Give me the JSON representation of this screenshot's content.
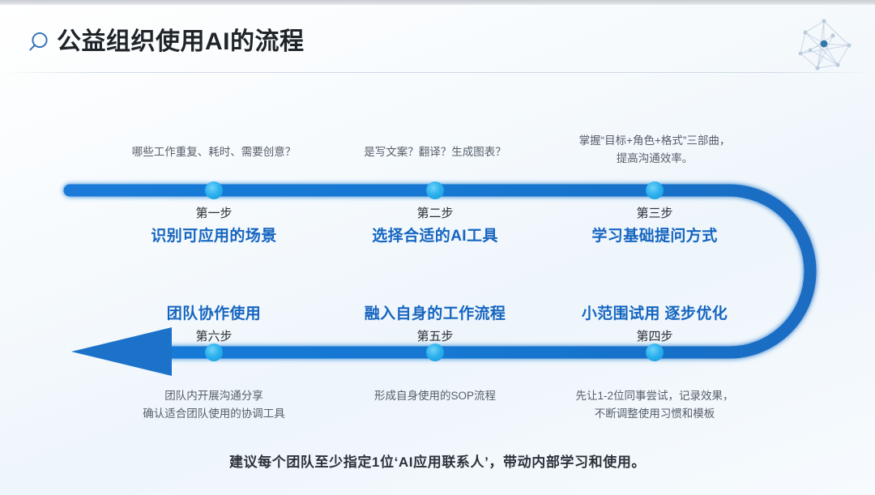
{
  "header": {
    "title": "公益组织使用AI的流程",
    "search_icon": "search-icon",
    "decoration_icon": "network-nodes-icon"
  },
  "colors": {
    "flow_bar": "#1778d2",
    "flow_node": "#2cb0ee",
    "step_title": "#1565c0",
    "caption": "#555e68",
    "background": "#f3f8fc"
  },
  "flow": {
    "steps": [
      {
        "ordinal": "第一步",
        "title": "识别可应用的场景",
        "caption": "哪些工作重复、耗时、需要创意？",
        "row": "top"
      },
      {
        "ordinal": "第二步",
        "title": "选择合适的AI工具",
        "caption": "是写文案？翻译？生成图表？",
        "row": "top"
      },
      {
        "ordinal": "第三步",
        "title": "学习基础提问方式",
        "caption": "掌握“目标+角色+格式”三部曲，\n提高沟通效率。",
        "row": "top"
      },
      {
        "ordinal": "第四步",
        "title": "小范围试用 逐步优化",
        "caption": "先让1-2位同事尝试，记录效果，\n不断调整使用习惯和模板",
        "row": "bottom"
      },
      {
        "ordinal": "第五步",
        "title": "融入自身的工作流程",
        "caption": "形成自身使用的SOP流程",
        "row": "bottom"
      },
      {
        "ordinal": "第六步",
        "title": "团队协作使用",
        "caption": "团队内开展沟通分享\n确认适合团队使用的协调工具",
        "row": "bottom"
      }
    ]
  },
  "footer": {
    "note": "建议每个团队至少指定1位‘AI应用联系人’，带动内部学习和使用。"
  }
}
